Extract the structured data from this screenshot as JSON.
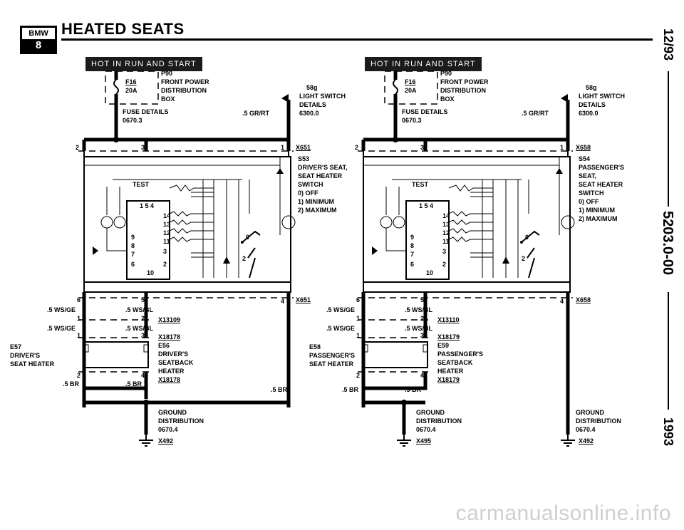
{
  "header": {
    "logo_top": "BMW",
    "logo_number": "8",
    "title": "HEATED SEATS"
  },
  "side_text": {
    "date": "12/93",
    "section": "5203.0-00",
    "year": "1993"
  },
  "watermark": "carmanualsonline.info",
  "left": {
    "banner": "HOT IN RUN AND START",
    "fuse_ref": "P90",
    "fuse_id": "F16",
    "fuse_rating": "20A",
    "fuse_box_lines": [
      "FRONT POWER",
      "DISTRIBUTION",
      "BOX"
    ],
    "fuse_details": [
      "FUSE DETAILS",
      "0670.3"
    ],
    "light_switch": [
      "58g",
      "LIGHT SWITCH",
      "DETAILS",
      "6300.0"
    ],
    "wire_top": ".5 GR/RT",
    "conn_top": "X651",
    "switch_label": [
      "S53",
      "DRIVER'S SEAT,",
      "SEAT HEATER",
      "SWITCH",
      "0)  OFF",
      "1)  MINIMUM",
      "2)  MAXIMUM"
    ],
    "test": "TEST",
    "pins_top": "1  5  4",
    "pins_right": [
      "14",
      "13",
      "12",
      "11",
      "3",
      "2"
    ],
    "pins_left": [
      "9",
      "8",
      "7",
      "6"
    ],
    "pin_10": "10",
    "pin_2_top": "2",
    "pin_3_top": "3",
    "pin_1_top": "1",
    "sw_0": "0",
    "sw_2": "2",
    "conn_bottom": "X651",
    "pin_6": "6",
    "pin_5": "5",
    "pin_4": "4",
    "wire_ws_ge_1": ".5 WS/GE",
    "wire_ws_bl_1": ".5 WS/BL",
    "conn_x13109": "X13109",
    "wire_ws_ge_2": ".5 WS/GE",
    "wire_ws_bl_2": ".5 WS/BL",
    "conn_x18178a": "X18178",
    "heater_id": "E57",
    "heater_label": [
      "DRIVER'S",
      "SEAT HEATER"
    ],
    "backrest_id": "E56",
    "backrest_label": [
      "DRIVER'S",
      "SEATBACK",
      "HEATER"
    ],
    "conn_x18178b": "X18178",
    "wire_br_1": ".5 BR",
    "wire_br_2": ".5 BR",
    "wire_br_3": ".5 BR",
    "ground_label": [
      "GROUND",
      "DISTRIBUTION",
      "0670.4"
    ],
    "ground_conn": "X492"
  },
  "right": {
    "banner": "HOT IN RUN AND START",
    "fuse_ref": "P90",
    "fuse_id": "F16",
    "fuse_rating": "20A",
    "fuse_box_lines": [
      "FRONT POWER",
      "DISTRIBUTION",
      "BOX"
    ],
    "fuse_details": [
      "FUSE DETAILS",
      "0670.3"
    ],
    "light_switch": [
      "58g",
      "LIGHT SWITCH",
      "DETAILS",
      "6300.0"
    ],
    "wire_top": ".5 GR/RT",
    "conn_top": "X658",
    "switch_label": [
      "S54",
      "PASSENGER'S",
      "SEAT,",
      "SEAT HEATER",
      "SWITCH",
      "0)  OFF",
      "1)  MINIMUM",
      "2)  MAXIMUM"
    ],
    "test": "TEST",
    "pins_top": "1  5  4",
    "pins_right": [
      "14",
      "13",
      "12",
      "11",
      "3",
      "2"
    ],
    "pins_left": [
      "9",
      "8",
      "7",
      "6"
    ],
    "pin_10": "10",
    "pin_2_top": "2",
    "pin_3_top": "3",
    "pin_1_top": "1",
    "sw_0": "0",
    "sw_2": "2",
    "conn_bottom": "X658",
    "pin_6": "6",
    "pin_5": "5",
    "pin_4": "4",
    "wire_ws_ge_1": ".5 WS/GE",
    "wire_ws_bl_1": ".5 WS/BL",
    "conn_x13110": "X13110",
    "wire_ws_ge_2": ".5 WS/GE",
    "wire_ws_bl_2": ".5 WS/BL",
    "conn_x18179a": "X18179",
    "heater_id": "E58",
    "heater_label": [
      "PASSENGER'S",
      "SEAT HEATER"
    ],
    "backrest_id": "E59",
    "backrest_label": [
      "PASSENGER'S",
      "SEATBACK",
      "HEATER"
    ],
    "conn_x18179b": "X18179",
    "wire_br_1": ".5 BR",
    "wire_br_2": ".5 BR",
    "ground_label_a": [
      "GROUND",
      "DISTRIBUTION",
      "0670.4"
    ],
    "ground_conn_a": "X495",
    "ground_label_b": [
      "GROUND",
      "DISTRIBUTION",
      "0670.4"
    ],
    "ground_conn_b": "X492"
  }
}
